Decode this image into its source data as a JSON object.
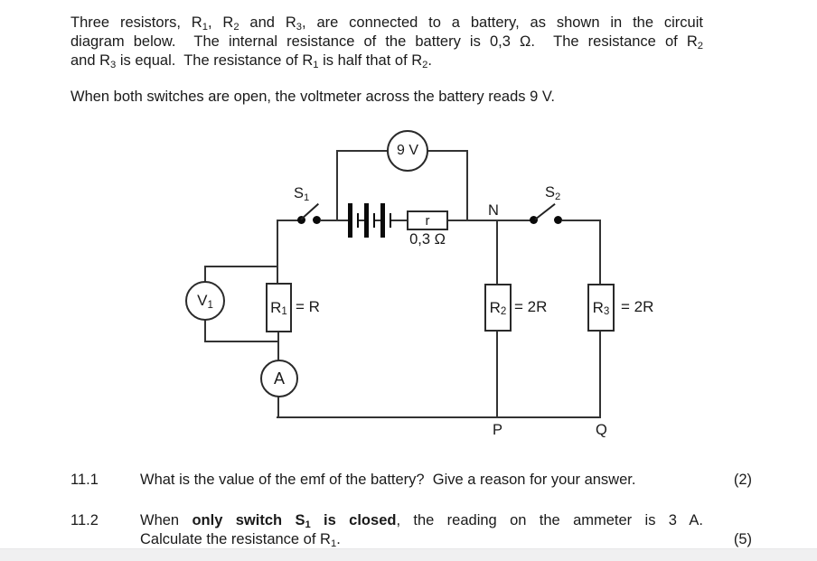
{
  "page": {
    "bg": "#ffffff",
    "line_color": "#333333",
    "text_color": "#1a1a1a",
    "bottom_bar_color": "#f0f0f1"
  },
  "intro": {
    "line1": [
      {
        "t": "Three resistors, R"
      },
      {
        "t": "1",
        "sub": true
      },
      {
        "t": ", R"
      },
      {
        "t": "2",
        "sub": true
      },
      {
        "t": " and R"
      },
      {
        "t": "3",
        "sub": true
      },
      {
        "t": ", are connected to a battery, as shown in the circuit"
      }
    ],
    "line2": [
      {
        "t": "diagram below.  The internal resistance of the battery is 0,3 Ω.  The resistance of R"
      },
      {
        "t": "2",
        "sub": true
      }
    ],
    "line3": [
      {
        "t": "and R"
      },
      {
        "t": "3",
        "sub": true
      },
      {
        "t": " is equal.  The resistance of R"
      },
      {
        "t": "1",
        "sub": true
      },
      {
        "t": " is half that of R"
      },
      {
        "t": "2",
        "sub": true
      },
      {
        "t": "."
      }
    ],
    "para2": "When both switches are open, the voltmeter across the battery reads 9 V."
  },
  "circuit": {
    "top_voltmeter_label": "9 V",
    "switch1_label": [
      {
        "t": "S"
      },
      {
        "t": "1",
        "sub": true
      }
    ],
    "switch2_label": [
      {
        "t": "S"
      },
      {
        "t": "2",
        "sub": true
      }
    ],
    "internal_resistance_symbol": "r",
    "internal_resistance_value": "0,3 Ω",
    "node_n": "N",
    "node_p": "P",
    "node_q": "Q",
    "voltmeter1_label": [
      {
        "t": "V"
      },
      {
        "t": "1",
        "sub": true
      }
    ],
    "ammeter_label": "A",
    "r1_label": [
      {
        "t": "R"
      },
      {
        "t": "1",
        "sub": true
      }
    ],
    "r1_eq": "= R",
    "r2_label": [
      {
        "t": "R"
      },
      {
        "t": "2",
        "sub": true
      }
    ],
    "r2_eq": "= 2R",
    "r3_label": [
      {
        "t": "R"
      },
      {
        "t": "3",
        "sub": true
      }
    ],
    "r3_eq": "= 2R"
  },
  "questions": [
    {
      "number": "11.1",
      "line1": [
        {
          "t": "What is the value of the emf of the battery?  Give a reason for your answer."
        }
      ],
      "marks": "(2)"
    },
    {
      "number": "11.2",
      "line1": [
        {
          "t": "When "
        },
        {
          "t": "only switch S",
          "b": true
        },
        {
          "t": "1",
          "b": true,
          "sub": true
        },
        {
          "t": " is closed",
          "b": true
        },
        {
          "t": ", the reading on the ammeter is 3 A."
        }
      ],
      "line2": [
        {
          "t": "Calculate the resistance of R"
        },
        {
          "t": "1",
          "sub": true
        },
        {
          "t": "."
        }
      ],
      "marks": "(5)"
    }
  ]
}
